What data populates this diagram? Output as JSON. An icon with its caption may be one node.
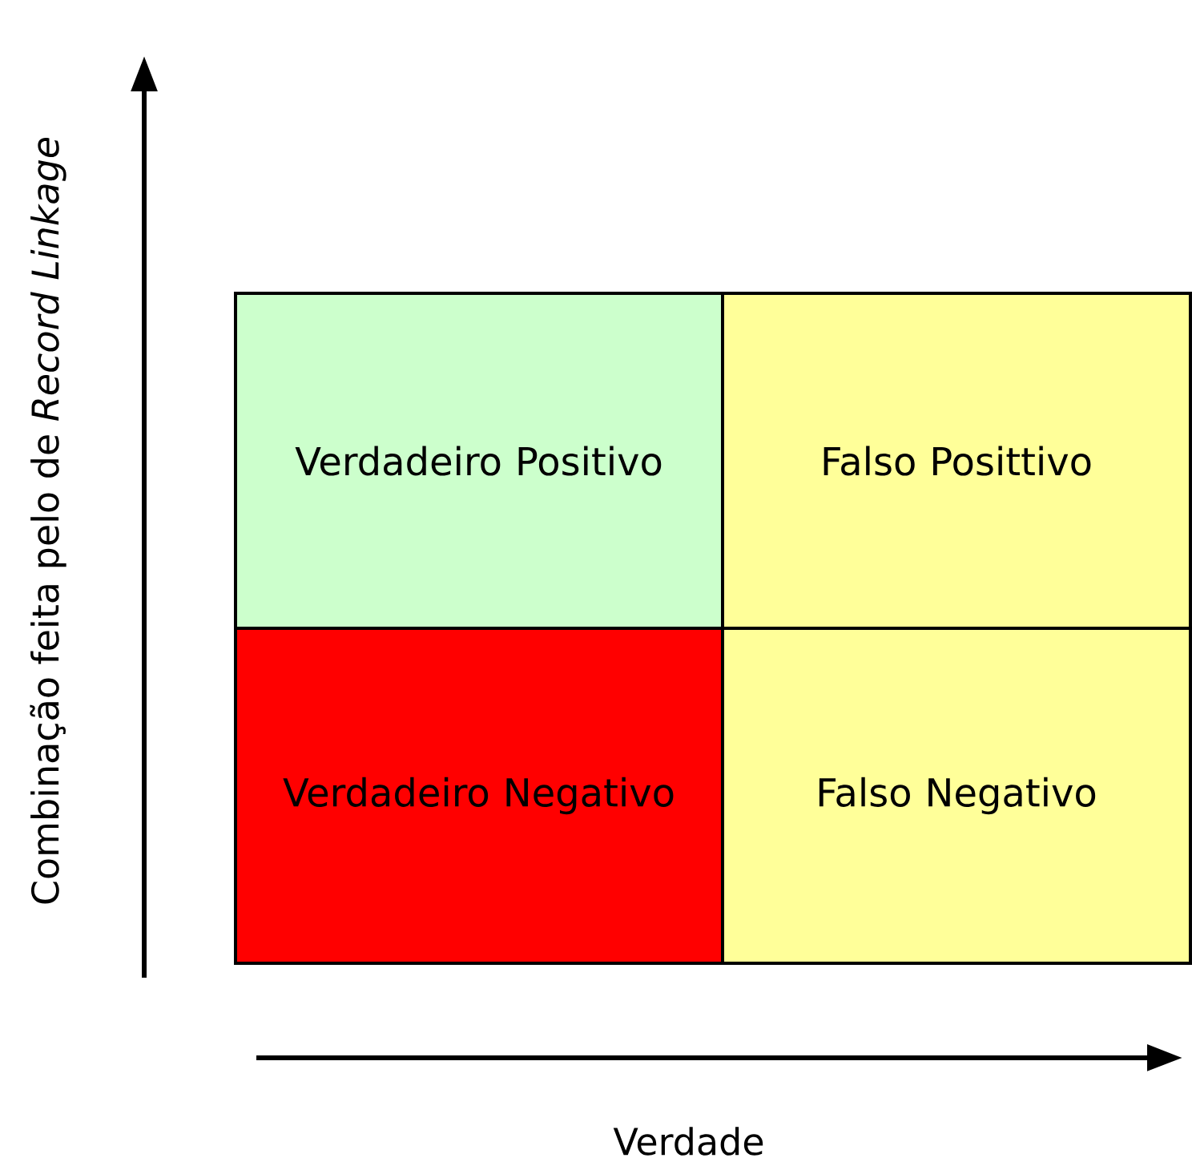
{
  "diagram": {
    "nodes": [
      {
        "text": [
          "Verdadeiro Positivo"
        ]
      },
      {
        "text": [
          "Falso Posittivo"
        ]
      },
      {
        "text": [
          "Verdadeiro Negativo"
        ]
      },
      {
        "text": [
          "Falso Negativo"
        ]
      }
    ],
    "labels": [
      "Combinação feita pelo de *Record Linkage*",
      "Verdade"
    ]
  }
}
